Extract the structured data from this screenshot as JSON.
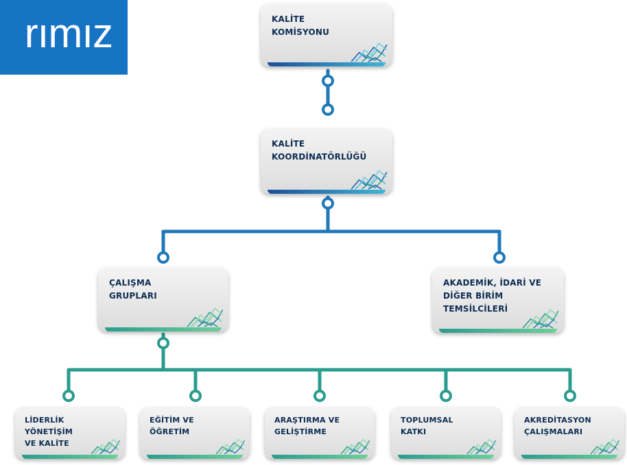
{
  "header": {
    "text": "rımız"
  },
  "colors": {
    "blue": "#1f78b8",
    "teal": "#2a9c8e",
    "heading": "#0d2c52",
    "banner": "#1673c4"
  },
  "nodes": {
    "kalite_komisyonu": {
      "label": "KALİTE\nKOMİSYONU"
    },
    "kalite_koordinatorlugu": {
      "label": "KALİTE\nKOORDİNATÖRLÜĞÜ"
    },
    "calisma_gruplari": {
      "label": "ÇALIŞMA\nGRUPLARI"
    },
    "akademik_idari": {
      "label": "AKADEMİK, İDARİ VE\nDİĞER BİRİM\nTEMSİLCİLERİ"
    },
    "liderlik": {
      "label": "LİDERLİK YÖNETİŞİM\nVE KALİTE"
    },
    "egitim": {
      "label": "EĞİTİM VE\nÖĞRETİM"
    },
    "arastirma": {
      "label": "ARAŞTIRMA VE\nGELİŞTİRME"
    },
    "toplumsal": {
      "label": "TOPLUMSAL\nKATKI"
    },
    "akreditasyon": {
      "label": "AKREDİTASYON\nÇALIŞMALARI"
    }
  }
}
